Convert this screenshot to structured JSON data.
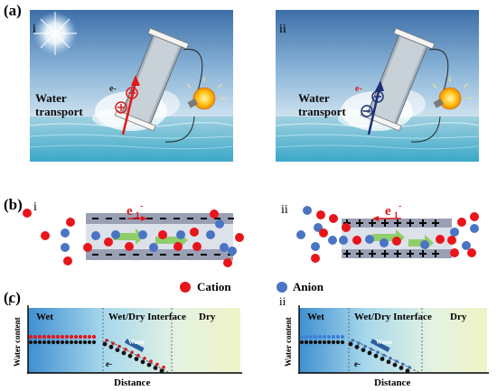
{
  "panel_a": {
    "label": "(a)",
    "left": {
      "sub": "i",
      "text_line1": "Water",
      "text_line2": "transport",
      "e_label": "e-"
    },
    "right": {
      "sub": "ii",
      "text_line1": "Water",
      "text_line2": "transport",
      "e_label": "e-"
    }
  },
  "panel_b": {
    "label": "(b)",
    "left": {
      "sub": "i",
      "e_label": "e",
      "e_sub": "1",
      "e_sup": "-"
    },
    "right": {
      "sub": "ii",
      "e_label": "e",
      "e_sub": "1",
      "e_sup": "-"
    },
    "legend": {
      "cation": "Cation",
      "anion": "Anion"
    },
    "colors": {
      "cation": "#e8151b",
      "anion": "#4a74c4",
      "channel": "#9aa0b4",
      "arrow": "#8fce6a"
    }
  },
  "panel_c": {
    "label": "(c)",
    "left": {
      "sub": "i",
      "y_axis": "Water content",
      "x_axis": "Distance",
      "wet": "Wet",
      "interface": "Wet/Dry Interface",
      "dry": "Dry",
      "water_label": "Water",
      "e_label": "e-"
    },
    "right": {
      "sub": "ii",
      "y_axis": "Water content",
      "x_axis": "Distance",
      "wet": "Wet",
      "interface": "Wet/Dry Interface",
      "dry": "Dry",
      "water_label": "Water",
      "e_label": "e-"
    }
  }
}
